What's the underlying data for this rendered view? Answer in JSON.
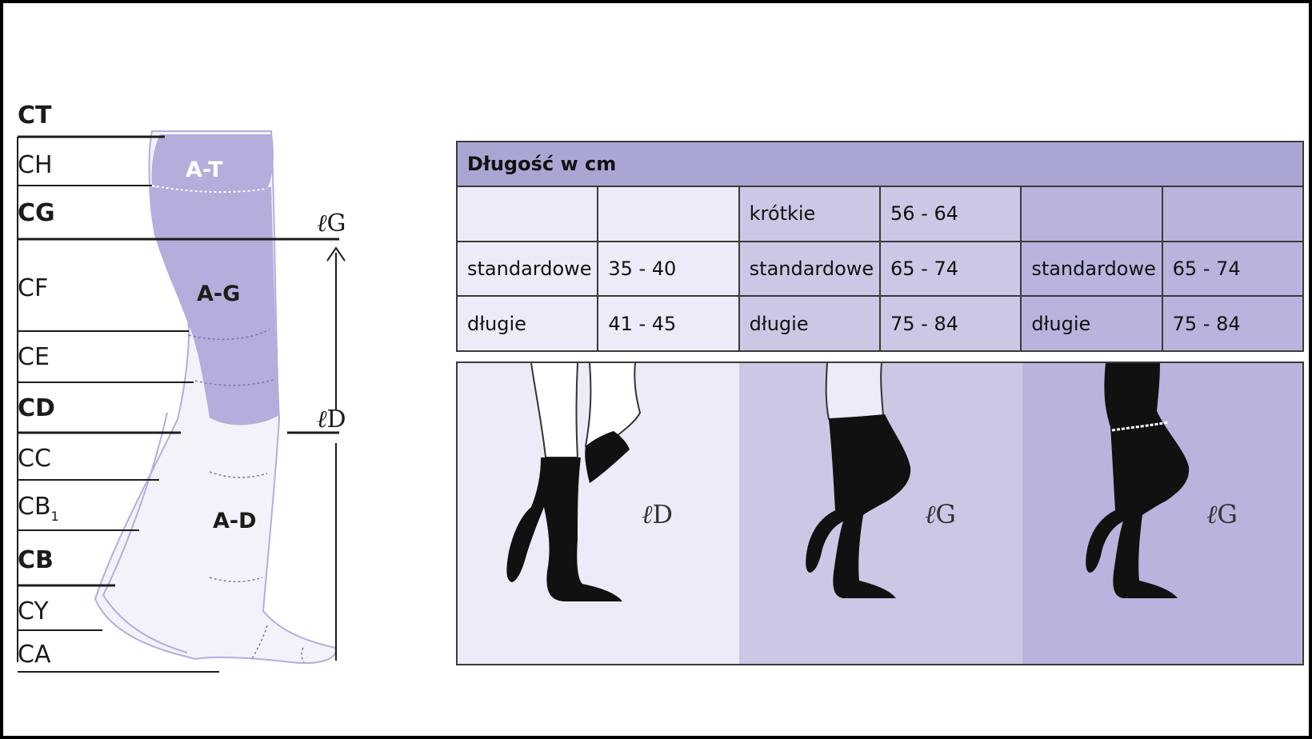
{
  "measure_labels": [
    {
      "text": "CT",
      "sub": "",
      "bold": true
    },
    {
      "text": "CH",
      "sub": "",
      "bold": false
    },
    {
      "text": "CG",
      "sub": "",
      "bold": true
    },
    {
      "text": "CF",
      "sub": "",
      "bold": false
    },
    {
      "text": "CE",
      "sub": "",
      "bold": false
    },
    {
      "text": "CD",
      "sub": "",
      "bold": true
    },
    {
      "text": "CC",
      "sub": "",
      "bold": false
    },
    {
      "text": "CB",
      "sub": "1",
      "bold": false
    },
    {
      "text": "CB",
      "sub": "",
      "bold": true
    },
    {
      "text": "CY",
      "sub": "",
      "bold": false
    },
    {
      "text": "CA",
      "sub": "",
      "bold": false
    }
  ],
  "zones": {
    "at": "A-T",
    "ag": "A-G",
    "ad": "A-D"
  },
  "length_marks": {
    "g_script": "ℓ",
    "g_letter": "G",
    "d_script": "ℓ",
    "d_letter": "D"
  },
  "table": {
    "title": "Długość w cm",
    "rows": [
      [
        "",
        "",
        "krótkie",
        "56 - 64",
        "",
        ""
      ],
      [
        "standardowe",
        "35 - 40",
        "standardowe",
        "65 - 74",
        "standardowe",
        "65 - 74"
      ],
      [
        "długie",
        "41 - 45",
        "długie",
        "75 - 84",
        "długie",
        "75 - 84"
      ]
    ]
  },
  "panels": [
    {
      "script": "ℓ",
      "letter": "D",
      "color": "#ecebf7"
    },
    {
      "script": "ℓ",
      "letter": "G",
      "color": "#cbc8e6"
    },
    {
      "script": "ℓ",
      "letter": "G",
      "color": "#b8b4dd"
    }
  ],
  "colors": {
    "light": "#ecebf7",
    "mid": "#cbc8e6",
    "dark": "#b8b4dd",
    "header": "#aaa6d4",
    "leg_fill": "#f3f2fa",
    "leg_zone": "#b3aedb",
    "garment": "#111111"
  }
}
